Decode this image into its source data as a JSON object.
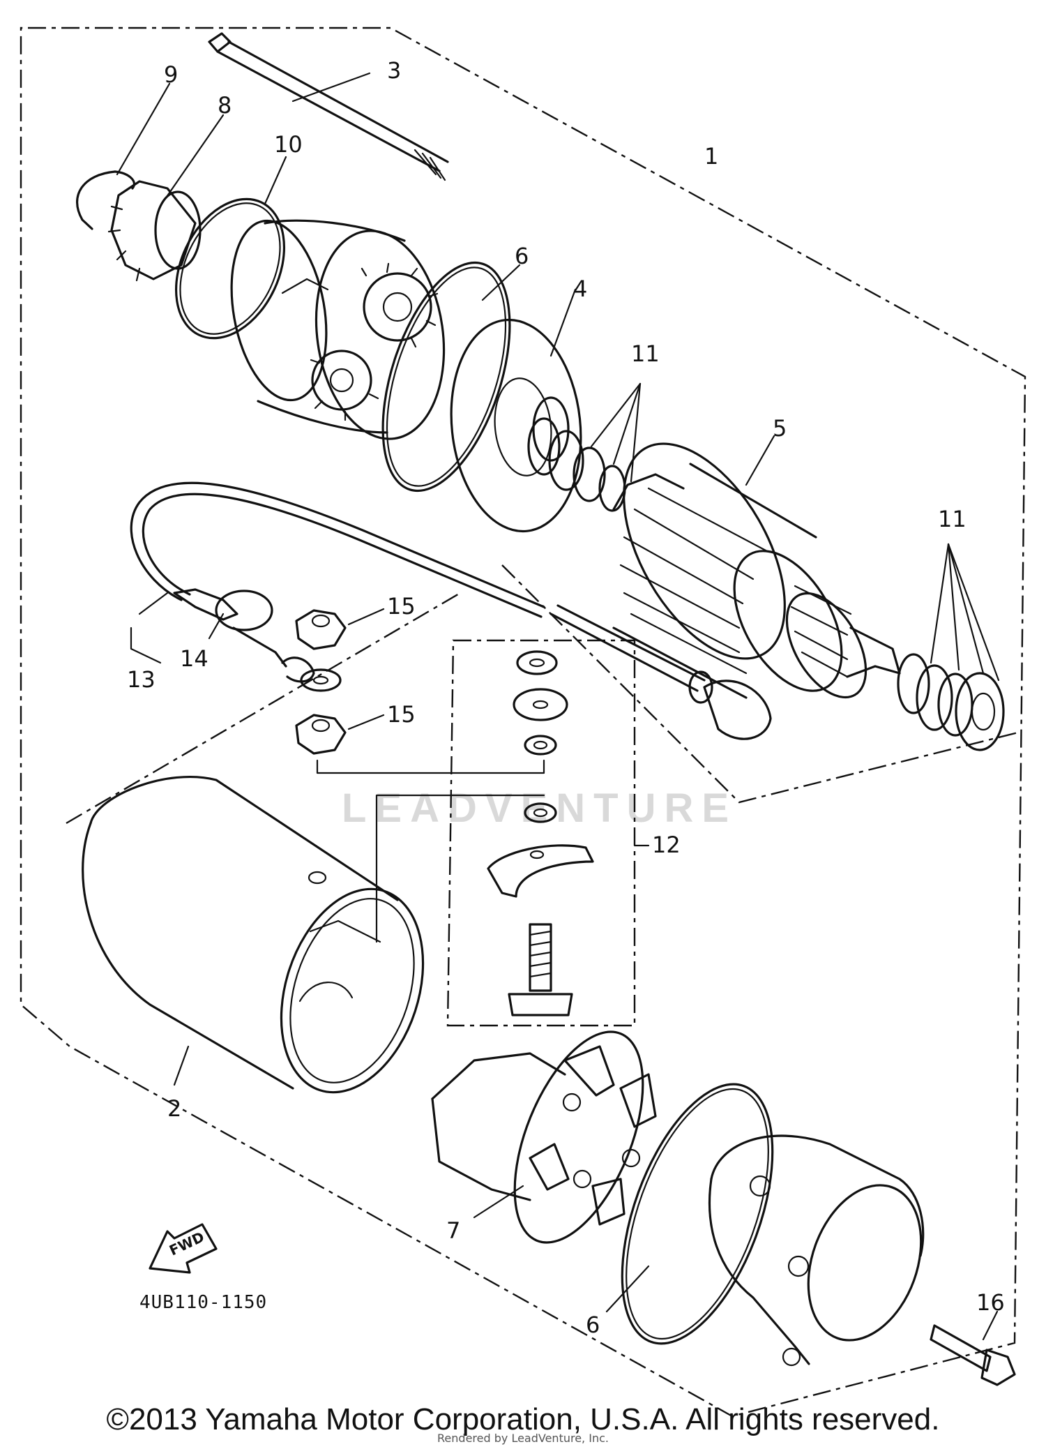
{
  "diagram": {
    "drawing_number": "4UB110-1150",
    "fwd_label": "FWD",
    "watermark": "LEADVENTURE",
    "parts": [
      {
        "id": "p1",
        "label": "1"
      },
      {
        "id": "p2",
        "label": "2"
      },
      {
        "id": "p3",
        "label": "3"
      },
      {
        "id": "p4",
        "label": "4"
      },
      {
        "id": "p5",
        "label": "5"
      },
      {
        "id": "p6a",
        "label": "6"
      },
      {
        "id": "p6b",
        "label": "6"
      },
      {
        "id": "p7",
        "label": "7"
      },
      {
        "id": "p8",
        "label": "8"
      },
      {
        "id": "p9",
        "label": "9"
      },
      {
        "id": "p10",
        "label": "10"
      },
      {
        "id": "p11a",
        "label": "11"
      },
      {
        "id": "p11b",
        "label": "11"
      },
      {
        "id": "p12",
        "label": "12"
      },
      {
        "id": "p13",
        "label": "13"
      },
      {
        "id": "p14",
        "label": "14"
      },
      {
        "id": "p15a",
        "label": "15"
      },
      {
        "id": "p15b",
        "label": "15"
      },
      {
        "id": "p16",
        "label": "16"
      }
    ]
  },
  "footer": {
    "copyright": "©2013 Yamaha Motor Corporation, U.S.A. All rights reserved.",
    "rendered_by": "Rendered by LeadVenture, Inc."
  }
}
